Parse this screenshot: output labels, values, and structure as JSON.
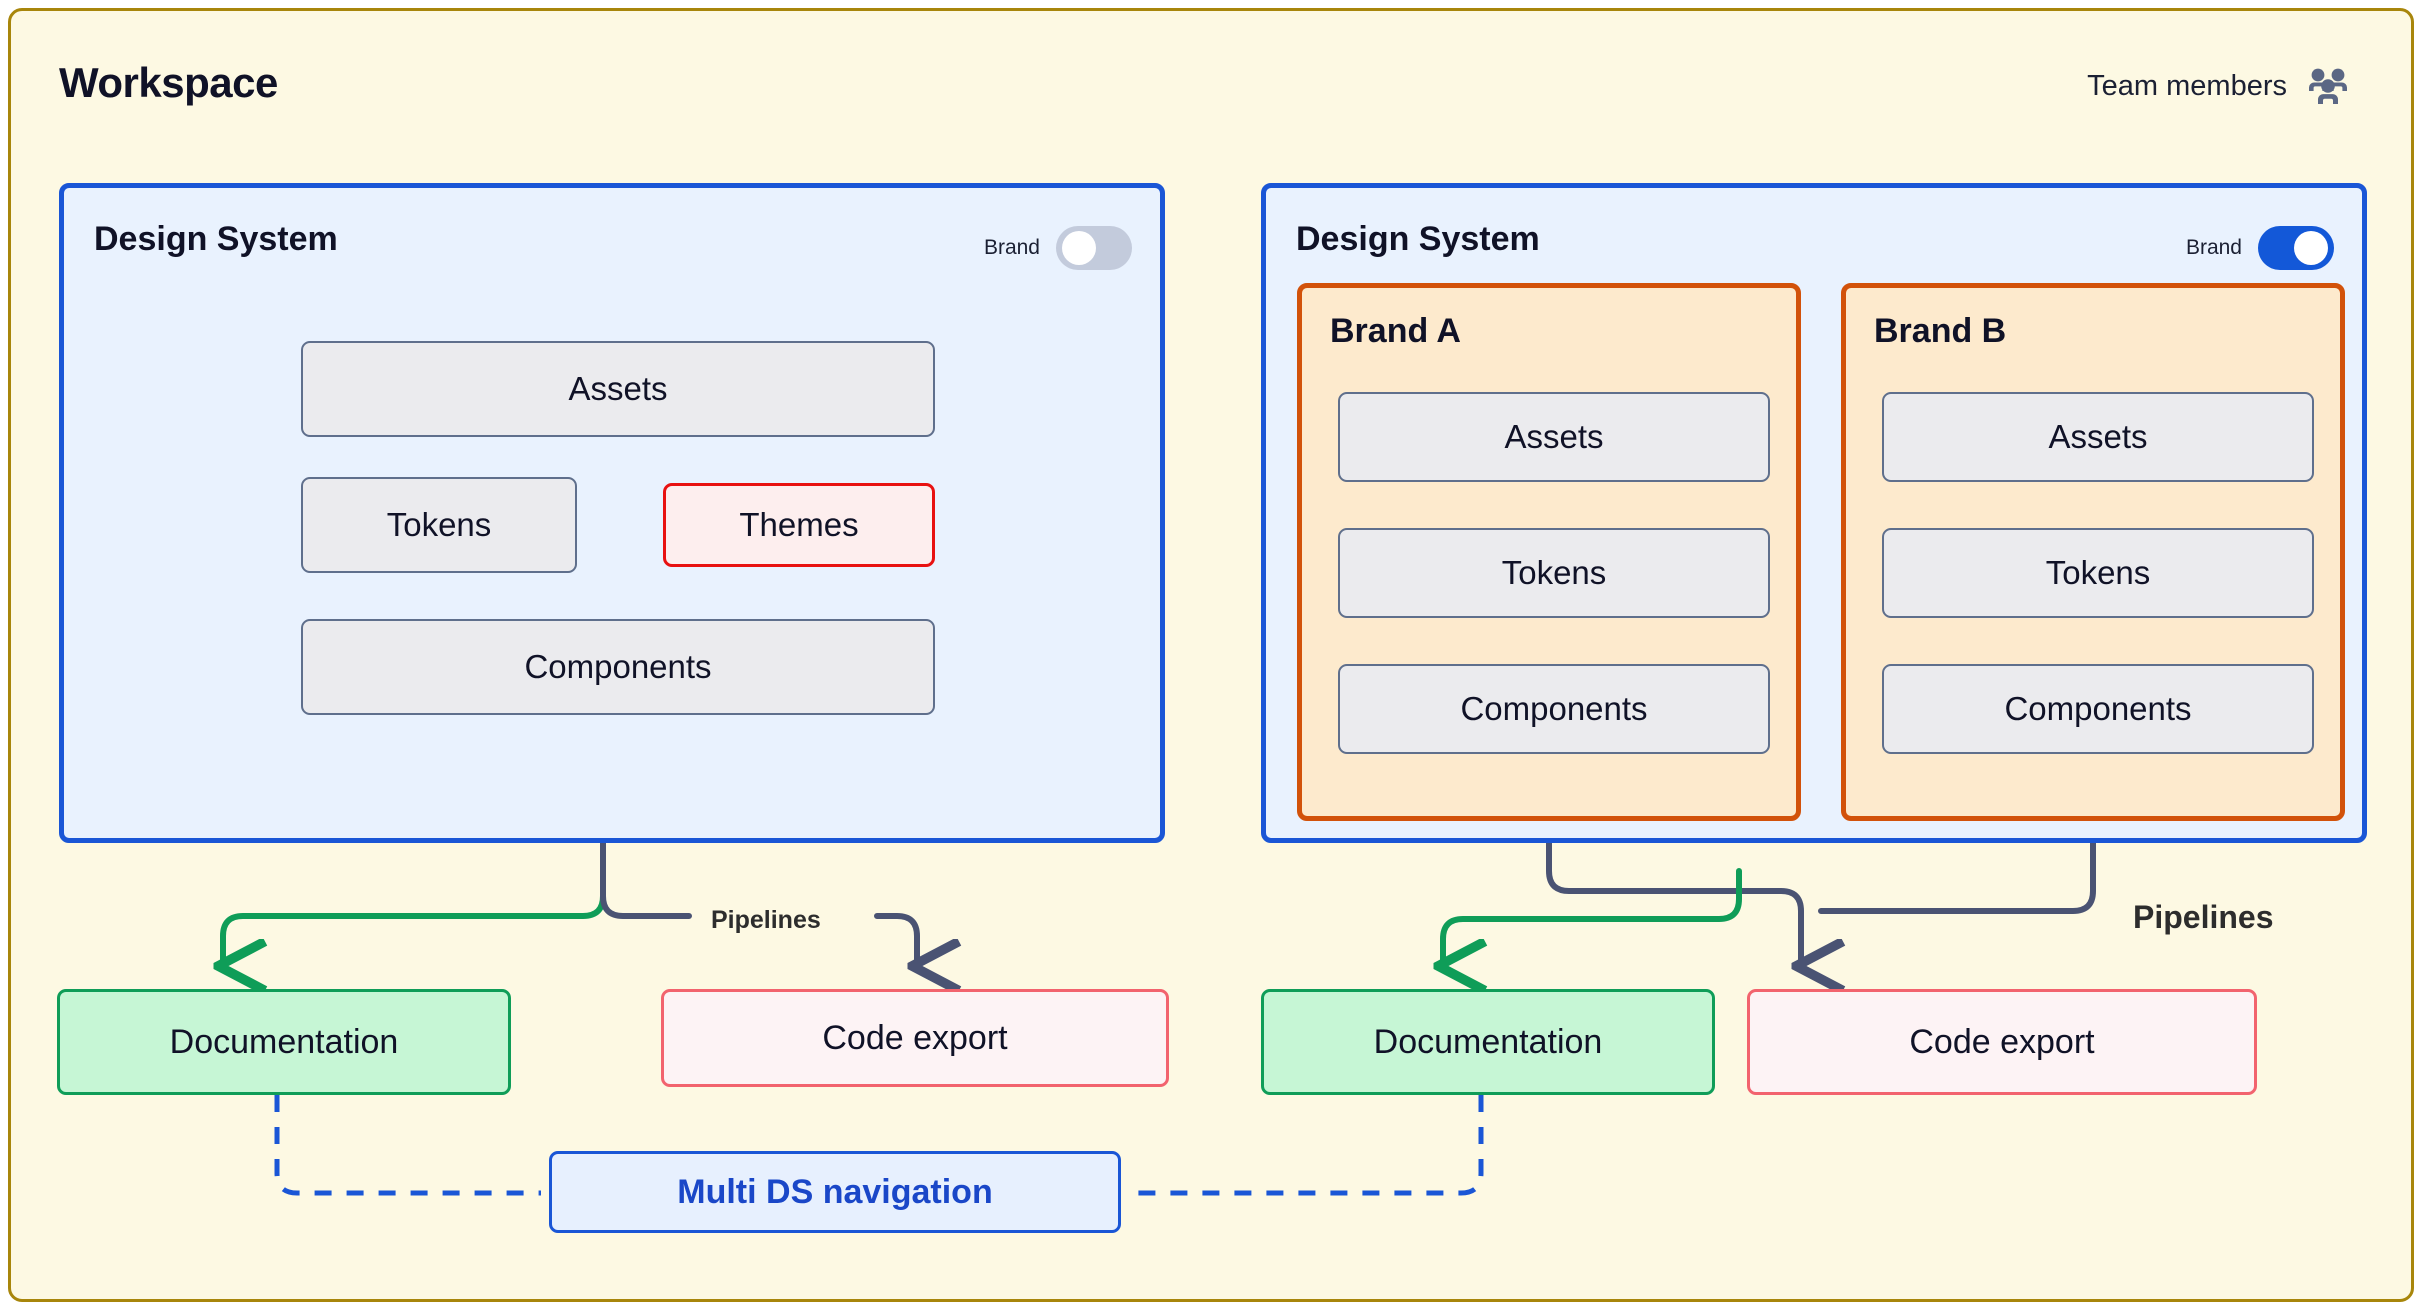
{
  "page": {
    "title": "Workspace",
    "frame_border_color": "#a8860b",
    "background_color": "#fdf9e3"
  },
  "header": {
    "team_members_label": "Team members",
    "team_icon": "team-members-icon",
    "icon_color": "#5b6784"
  },
  "colors": {
    "ds_border": "#1a56d6",
    "ds_fill": "#e9f2fe",
    "brand_border": "#d2520a",
    "brand_fill": "#fdeacd",
    "box_fill": "#ebebee",
    "box_border": "#5f6f8c",
    "themes_border": "#e81111",
    "themes_fill": "#fdeeee",
    "doc_fill": "#c6f6d5",
    "doc_border": "#0f9d58",
    "code_fill": "#fdf3f5",
    "code_border": "#f2636e",
    "nav_fill": "#e7f0fe",
    "nav_text": "#1a47c8",
    "pipeline_green": "#0f9d58",
    "pipeline_slate": "#4a5373",
    "dashed_blue": "#1a56d6"
  },
  "design_systems": [
    {
      "title": "Design System",
      "brand_toggle": {
        "label": "Brand",
        "state": "off"
      },
      "items": [
        {
          "label": "Assets"
        },
        {
          "label": "Tokens"
        },
        {
          "label": "Themes"
        },
        {
          "label": "Components"
        }
      ]
    },
    {
      "title": "Design System",
      "brand_toggle": {
        "label": "Brand",
        "state": "on"
      },
      "brands": [
        {
          "title": "Brand A",
          "items": [
            "Assets",
            "Tokens",
            "Components"
          ]
        },
        {
          "title": "Brand B",
          "items": [
            "Assets",
            "Tokens",
            "Components"
          ]
        }
      ]
    }
  ],
  "outputs": {
    "left": {
      "documentation": "Documentation",
      "code_export": "Code export",
      "pipelines_label": "Pipelines"
    },
    "right": {
      "documentation": "Documentation",
      "code_export": "Code export",
      "pipelines_label": "Pipelines"
    }
  },
  "multi_ds_nav": {
    "label": "Multi DS navigation"
  }
}
